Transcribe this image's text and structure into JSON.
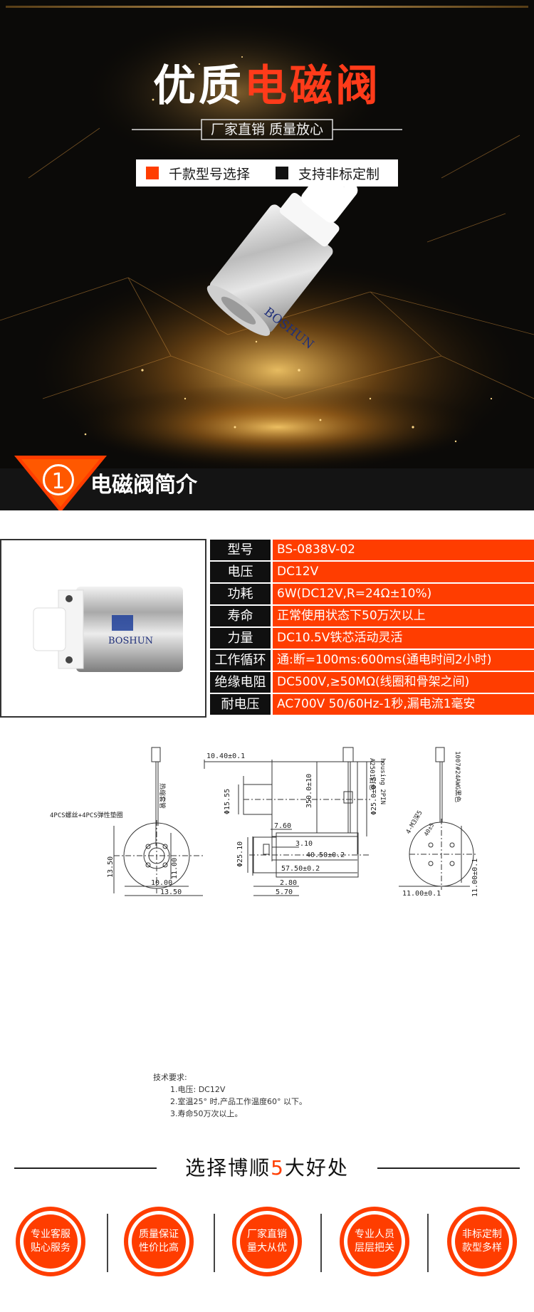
{
  "hero": {
    "title_part1": "优质",
    "title_part2": "电磁阀",
    "subtitle": "厂家直销 质量放心",
    "feature1": "千款型号选择",
    "feature2": "支持非标定制",
    "colors": {
      "accent": "#ff3d00",
      "background": "#0b0a08",
      "gold": "#d89a3a"
    }
  },
  "product": {
    "brand": "BOSHUN"
  },
  "section1": {
    "number": "1",
    "title": "电磁阀简介"
  },
  "specs": [
    {
      "key": "型号",
      "value": "BS-0838V-02"
    },
    {
      "key": "电压",
      "value": "DC12V"
    },
    {
      "key": "功耗",
      "value": "6W(DC12V,R=24Ω±10%)"
    },
    {
      "key": "寿命",
      "value": "正常使用状态下50万次以上"
    },
    {
      "key": "力量",
      "value": "DC10.5V铁芯活动灵活"
    },
    {
      "key": "工作循环",
      "value": "通:断=100ms:600ms(通电时间2小时)"
    },
    {
      "key": "绝缘电阻",
      "value": "DC500V,≥50MΩ(线圈和骨架之间)"
    },
    {
      "key": "耐电压",
      "value": "AC700V 50/60Hz-1秒,漏电流1毫安"
    }
  ],
  "drawing": {
    "dim_top": "10.40±0.1",
    "dim_dia": "Φ15.55",
    "dim_body_dia": "Φ25.0±0.5",
    "dim_310": "3.10",
    "dim_4050": "40.50±0.2",
    "dim_5750": "57.50±0.2",
    "screw_label": "4PCS螺丝+4PCS弹性垫圈",
    "wire_label": "热缩套管",
    "dim_wire_len": "350.0±10",
    "housing": "A2501白色",
    "housing2": "housing 2PIN",
    "dim_760": "7.60",
    "dim_2510": "Φ25.10",
    "dim_280": "2.80",
    "dim_570": "5.70",
    "dim_1350a": "13.50",
    "dim_1100a": "11.00",
    "dim_1000": "10.00",
    "dim_1350b": "13.50",
    "dim_m3": "4-M3深5",
    "dim_40": "40±5",
    "wire2": "1007#24AWG黑色",
    "dim_1100b": "11.00±0.1",
    "dim_1100c": "11.00±0.1"
  },
  "tech": {
    "title": "技术要求:",
    "line1": "1.电压: DC12V",
    "line2": "2.室温25° 时,产品工作温度60° 以下。",
    "line3": "3.寿命50万次以上。"
  },
  "benefits": {
    "title_pre": "选择博顺",
    "title_num": "5",
    "title_post": "大好处",
    "items": [
      {
        "line1": "专业客服",
        "line2": "贴心服务"
      },
      {
        "line1": "质量保证",
        "line2": "性价比高"
      },
      {
        "line1": "厂家直销",
        "line2": "量大从优"
      },
      {
        "line1": "专业人员",
        "line2": "层层把关"
      },
      {
        "line1": "非标定制",
        "line2": "款型多样"
      }
    ]
  }
}
